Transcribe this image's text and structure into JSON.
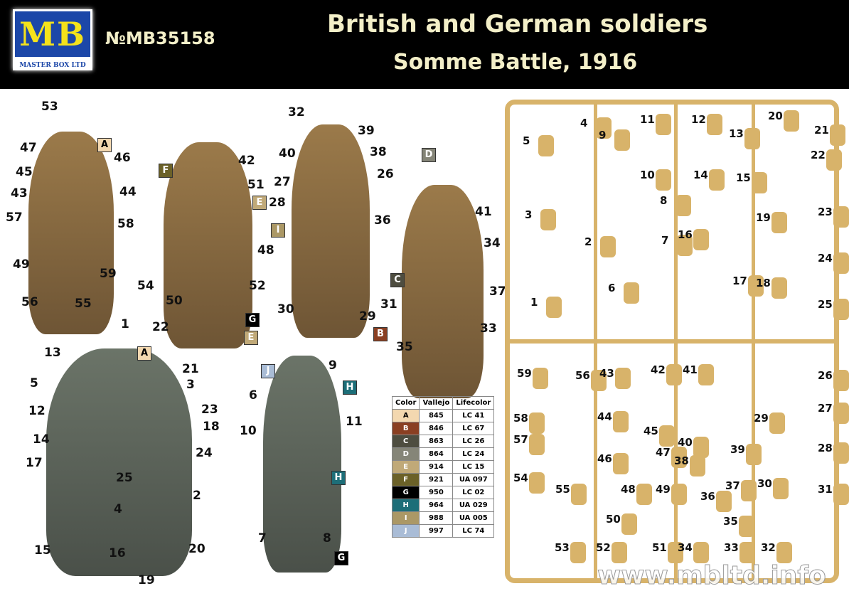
{
  "header": {
    "brand_letters": "MB",
    "brand_name": "MASTER BOX LTD",
    "code": "№MB35158",
    "title": "British and German soldiers",
    "subtitle": "Somme Battle, 1916"
  },
  "color_table": {
    "headers": [
      "Color",
      "Vallejo",
      "Lifecolor"
    ],
    "rows": [
      {
        "code": "A",
        "vallejo": "845",
        "lifecolor": "LC 41",
        "hex": "#f3d8b0"
      },
      {
        "code": "B",
        "vallejo": "846",
        "lifecolor": "LC 67",
        "hex": "#8a3f22"
      },
      {
        "code": "C",
        "vallejo": "863",
        "lifecolor": "LC 26",
        "hex": "#4e4d40"
      },
      {
        "code": "D",
        "vallejo": "864",
        "lifecolor": "LC 24",
        "hex": "#858578"
      },
      {
        "code": "E",
        "vallejo": "914",
        "lifecolor": "LC 15",
        "hex": "#c0a978"
      },
      {
        "code": "F",
        "vallejo": "921",
        "lifecolor": "UA 097",
        "hex": "#6b6128"
      },
      {
        "code": "G",
        "vallejo": "950",
        "lifecolor": "LC 02",
        "hex": "#000000"
      },
      {
        "code": "H",
        "vallejo": "964",
        "lifecolor": "UA 029",
        "hex": "#1d6e78"
      },
      {
        "code": "I",
        "vallejo": "988",
        "lifecolor": "UA 005",
        "hex": "#ab9866"
      },
      {
        "code": "J",
        "vallejo": "997",
        "lifecolor": "LC 74",
        "hex": "#a9bcd6"
      }
    ]
  },
  "figure_callouts": [
    "53",
    "47",
    "46",
    "45",
    "44",
    "43",
    "58",
    "57",
    "49",
    "59",
    "56",
    "55",
    "42",
    "51",
    "48",
    "54",
    "52",
    "50",
    "32",
    "39",
    "40",
    "38",
    "27",
    "26",
    "28",
    "36",
    "30",
    "29",
    "41",
    "34",
    "37",
    "31",
    "33",
    "35",
    "13",
    "1",
    "22",
    "21",
    "5",
    "3",
    "12",
    "23",
    "14",
    "18",
    "17",
    "24",
    "25",
    "2",
    "4",
    "15",
    "16",
    "19",
    "20",
    "9",
    "6",
    "10",
    "11",
    "7",
    "8"
  ],
  "color_callouts": [
    "A",
    "F",
    "E",
    "I",
    "G",
    "E",
    "D",
    "C",
    "B",
    "A",
    "J",
    "H",
    "H",
    "G"
  ],
  "sprue_numbers": [
    "5",
    "4",
    "9",
    "11",
    "12",
    "13",
    "20",
    "21",
    "22",
    "10",
    "14",
    "15",
    "3",
    "8",
    "19",
    "23",
    "2",
    "7",
    "16",
    "24",
    "1",
    "6",
    "17",
    "18",
    "25",
    "59",
    "56",
    "43",
    "42",
    "41",
    "26",
    "27",
    "58",
    "44",
    "45",
    "29",
    "57",
    "40",
    "28",
    "47",
    "39",
    "46",
    "38",
    "54",
    "48",
    "49",
    "36",
    "37",
    "30",
    "31",
    "55",
    "50",
    "35",
    "53",
    "52",
    "51",
    "34",
    "33",
    "32"
  ],
  "watermark": "www.mbltd.info"
}
